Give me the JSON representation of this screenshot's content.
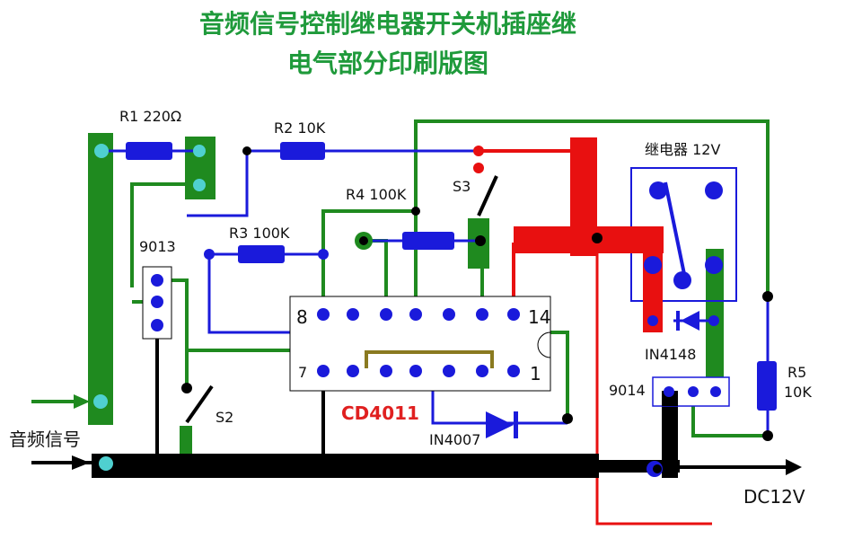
{
  "title": {
    "line1": "音频信号控制继电器开关机插座继",
    "line2": "电气部分印刷版图"
  },
  "labels": {
    "r1": "R1 220Ω",
    "r2": "R2 10K",
    "r3": "R3 100K",
    "r4": "R4 100K",
    "r5_name": "R5",
    "r5_value": "10K",
    "t9013": "9013",
    "t9014": "9014",
    "s2": "S2",
    "s3": "S3",
    "relay": "继电器  12V",
    "d_in4148": "IN4148",
    "d_in4007": "IN4007",
    "ic_name": "CD4011",
    "pin8": "8",
    "pin14": "14",
    "pin7": "7",
    "pin1": "1",
    "audio_in": "音频信号",
    "dc": "DC12V"
  },
  "colors": {
    "green": "#1f8a1f",
    "blue": "#1a1adb",
    "red": "#e81010",
    "black": "#000000",
    "olive": "#8a7a20",
    "cyan": "#4fd0d0"
  }
}
